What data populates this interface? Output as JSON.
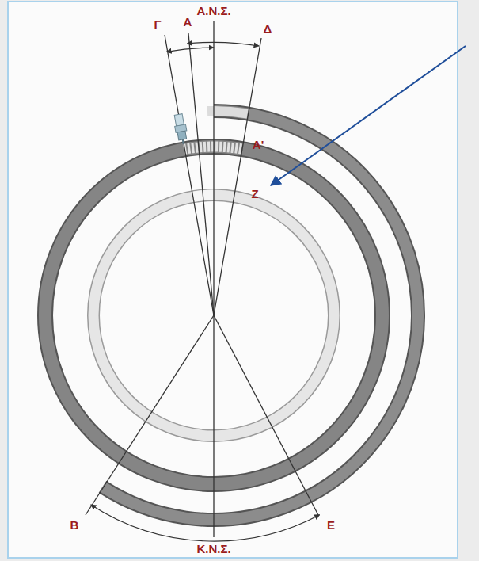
{
  "diagram": {
    "labels": [
      "Α.Ν.Σ.",
      "Γ",
      "Α",
      "Δ",
      "Α'",
      "Ζ",
      "Β",
      "Ε",
      "Κ.Ν.Σ."
    ]
  }
}
